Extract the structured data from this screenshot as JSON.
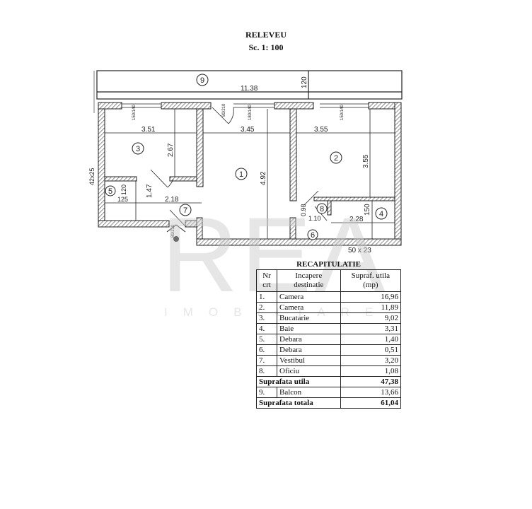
{
  "header": {
    "title": "RELEVEU",
    "scale": "Sc. 1: 100"
  },
  "plan": {
    "rooms": [
      "1",
      "2",
      "3",
      "4",
      "5",
      "6",
      "7",
      "8",
      "9"
    ],
    "dimensions": {
      "balcony_length": "11.38",
      "balcony_depth": "120",
      "room3_width": "3.51",
      "room3_depth": "2.67",
      "room1_width": "3.45",
      "room1_depth": "4.92",
      "room2_width": "3.55",
      "room2_depth": "3.55",
      "room5_w": "125",
      "room5_h": "120",
      "hall_w": "2.18",
      "hall_h": "1.47",
      "office_w": "1.10",
      "office_h": "0.98",
      "bath_w": "2.28",
      "bath_h": "150",
      "window_left": "42x25",
      "vent": "50 x 23",
      "door_balcony": "80/210",
      "door_entry": "80/210",
      "window_1": "150/140",
      "window_2": "180/140",
      "window_3": "150/140"
    }
  },
  "watermark": {
    "brand": "REA",
    "sub": "IMOBILIARE"
  },
  "recap": {
    "title": "RECAPITULATIE",
    "headers": [
      "Nr crt",
      "Incapere destinatie",
      "Supraf. utila (mp)"
    ],
    "rows": [
      {
        "nr": "1.",
        "name": "Camera",
        "area": "16,96"
      },
      {
        "nr": "2.",
        "name": "Camera",
        "area": "11,89"
      },
      {
        "nr": "3.",
        "name": "Bucatarie",
        "area": "9,02"
      },
      {
        "nr": "4.",
        "name": "Baie",
        "area": "3,31"
      },
      {
        "nr": "5.",
        "name": "Debara",
        "area": "1,40"
      },
      {
        "nr": "6.",
        "name": "Debara",
        "area": "0,51"
      },
      {
        "nr": "7.",
        "name": "Vestibul",
        "area": "3,20"
      },
      {
        "nr": "8.",
        "name": "Oficiu",
        "area": "1,08"
      }
    ],
    "subtotal": {
      "label": "Suprafata utila",
      "area": "47,38"
    },
    "balcony": {
      "nr": "9.",
      "name": "Balcon",
      "area": "13,66"
    },
    "total": {
      "label": "Suprafata totala",
      "area": "61,04"
    }
  }
}
